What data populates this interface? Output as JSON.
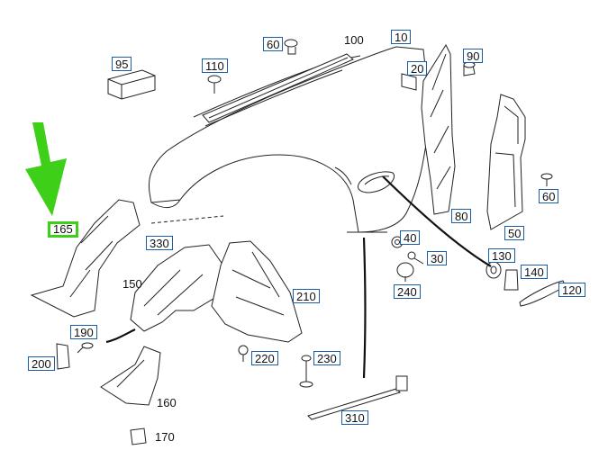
{
  "highlight_color": "#3ecf19",
  "callout_border_color": "#1a5ea8",
  "labels": {
    "p10": "10",
    "p20": "20",
    "p30": "30",
    "p40": "40",
    "p50": "50",
    "p60a": "60",
    "p60b": "60",
    "p80": "80",
    "p90": "90",
    "p95": "95",
    "p100": "100",
    "p110": "110",
    "p120": "120",
    "p130": "130",
    "p140": "140",
    "p150": "150",
    "p160": "160",
    "p165": "165",
    "p170": "170",
    "p190": "190",
    "p200": "200",
    "p210": "210",
    "p220": "220",
    "p230": "230",
    "p240": "240",
    "p310": "310",
    "p330": "330"
  },
  "highlighted_part": "165"
}
